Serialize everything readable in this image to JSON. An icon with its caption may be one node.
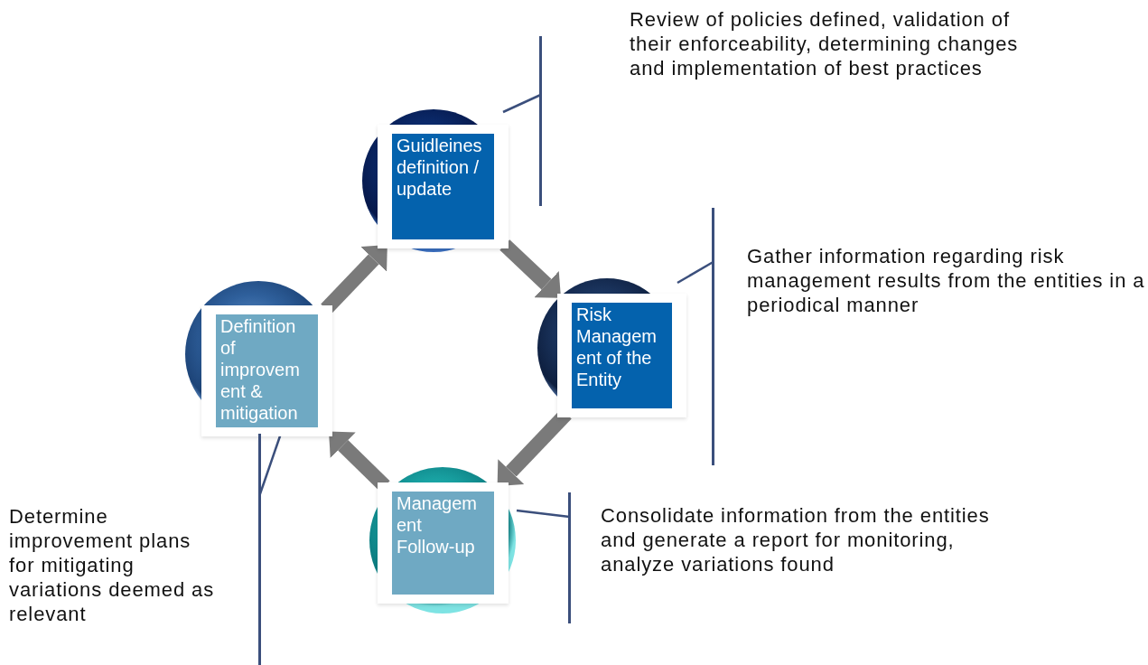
{
  "diagram": {
    "nodes": [
      {
        "text": [
          "Guidleines definition / update"
        ]
      },
      {
        "text": [
          "Risk Management of the Entity"
        ]
      },
      {
        "text": [
          "Management Follow-up"
        ]
      },
      {
        "text": [
          "Definition of improvement & mitigation"
        ]
      },
      {
        "text": [
          "Review of policies defined, validation of their enforceability, determining changes and implementation of best practices"
        ]
      },
      {
        "text": [
          "Gather information regarding risk management results from the entities in a periodical manner"
        ]
      },
      {
        "text": [
          "Consolidate information from the entities and generate a report for monitoring, analyze variations found"
        ]
      },
      {
        "text": [
          "Determine improvement plans for mitigating variations deemed as relevant"
        ]
      }
    ],
    "edges": [
      {
        "from": 0,
        "to": 1,
        "arrow": "to",
        "style": "thick",
        "color": "#7a7a7a"
      },
      {
        "from": 1,
        "to": 2,
        "arrow": "to",
        "style": "thick",
        "color": "#7a7a7a"
      },
      {
        "from": 2,
        "to": 3,
        "arrow": "to",
        "style": "thick",
        "color": "#7a7a7a"
      },
      {
        "from": 3,
        "to": 0,
        "arrow": "to",
        "style": "thick",
        "color": "#7a7a7a"
      },
      {
        "from": 4,
        "to": 0,
        "arrow": "none"
      },
      {
        "from": 5,
        "to": 1,
        "arrow": "none"
      },
      {
        "from": 6,
        "to": 2,
        "arrow": "none"
      },
      {
        "from": 7,
        "to": 3,
        "arrow": "none"
      }
    ]
  }
}
